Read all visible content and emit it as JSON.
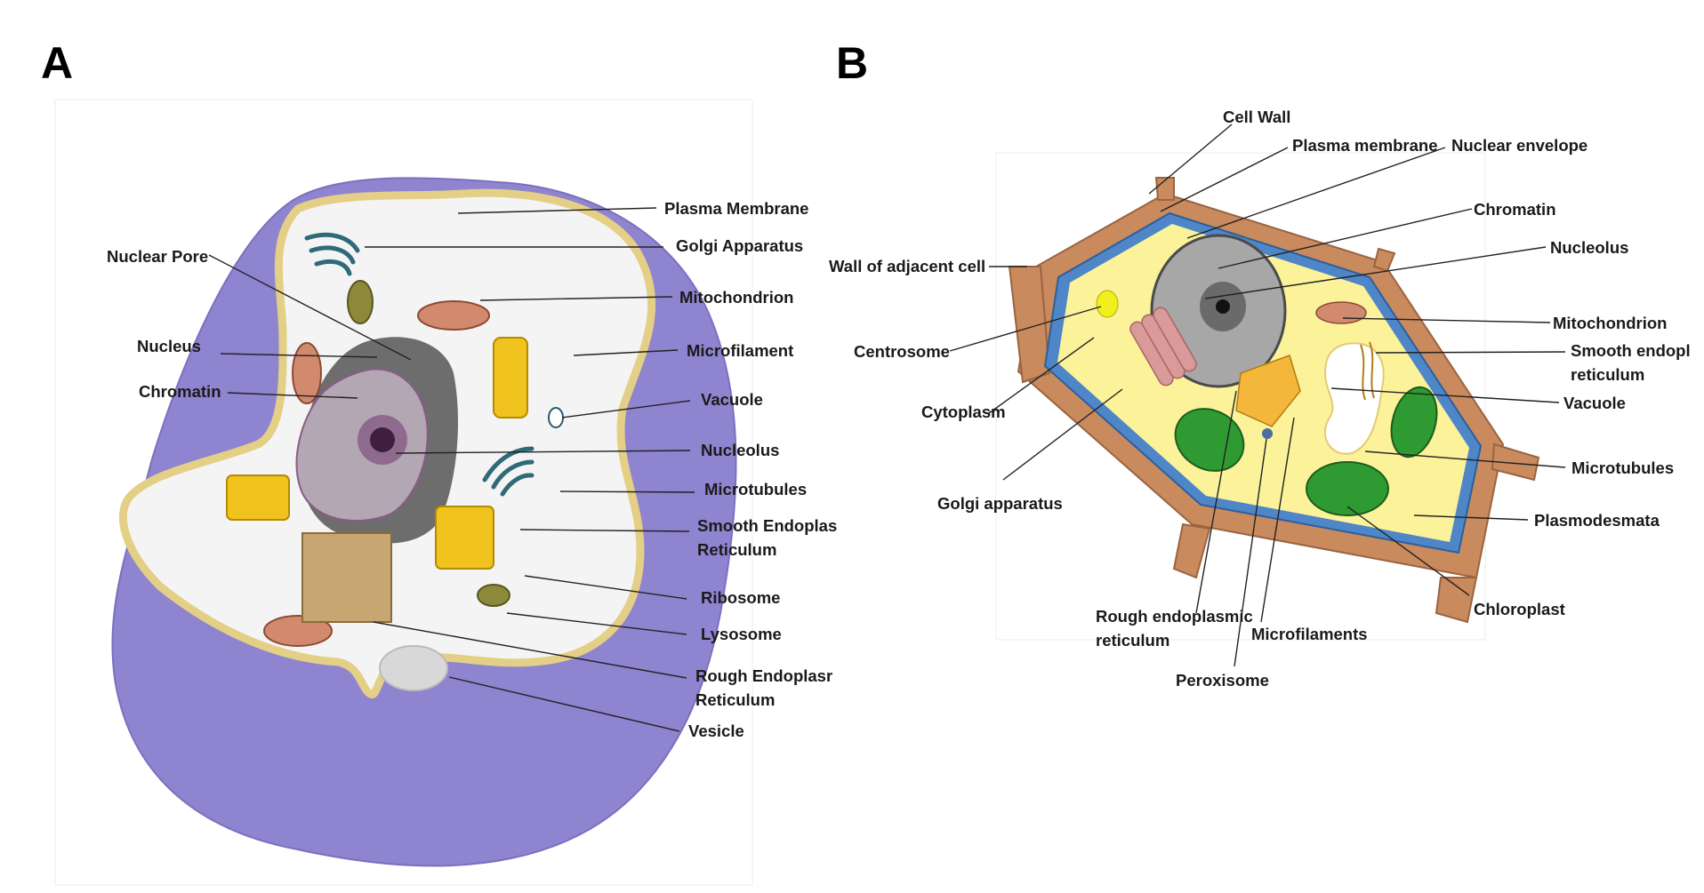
{
  "panels": [
    {
      "letter": "A",
      "labels": {
        "plasma_membrane": "Plasma Membrane",
        "golgi_apparatus": "Golgi Apparatus",
        "nuclear_pore": "Nuclear Pore",
        "mitochondrion": "Mitochondrion",
        "nucleus": "Nucleus",
        "microfilament": "Microfilament",
        "chromatin": "Chromatin",
        "vacuole": "Vacuole",
        "nucleolus": "Nucleolus",
        "microtubules": "Microtubules",
        "smooth_er_line1": "Smooth Endoplas",
        "smooth_er_line2": "Reticulum",
        "ribosome": "Ribosome",
        "lysosome": "Lysosome",
        "rough_er_line1": "Rough Endoplasr",
        "rough_er_line2": "Reticulum",
        "vesicle": "Vesicle"
      },
      "colors": {
        "background_blob": "#8f84d0",
        "cell_membrane": "#e6d38a",
        "cytoplasm": "#f3f3f3",
        "nucleus": "#6a6a6a",
        "nucleolus": "#7a3d78",
        "golgi": "#2f6a78",
        "mitochondria": "#c9775a",
        "er": "#f0b400"
      }
    },
    {
      "letter": "B",
      "labels": {
        "cell_wall": "Cell Wall",
        "plasma_membrane": "Plasma membrane",
        "nuclear_envelope": "Nuclear envelope",
        "chromatin": "Chromatin",
        "wall_of_adjacent_cell": "Wall of adjacent cell",
        "nucleolus": "Nucleolus",
        "mitochondrion": "Mitochondrion",
        "centrosome": "Centrosome",
        "smooth_er_line1": "Smooth endopl",
        "smooth_er_line2": "reticulum",
        "cytoplasm": "Cytoplasm",
        "vacuole": "Vacuole",
        "microtubules": "Microtubules",
        "golgi_apparatus": "Golgi apparatus",
        "plasmodesmata": "Plasmodesmata",
        "chloroplast": "Chloroplast",
        "rough_er_line1": "Rough endoplasmic",
        "rough_er_line2": "reticulum",
        "microfilaments": "Microfilaments",
        "peroxisome": "Peroxisome"
      },
      "colors": {
        "cell_wall": "#c98a5e",
        "plasma_membrane": "#4e86c8",
        "cytoplasm": "#fbf29a",
        "nucleus": "#a7a7a7",
        "chloroplast": "#2f9a32",
        "golgi": "#d99a9a",
        "rough_er": "#f4b63b"
      }
    }
  ]
}
